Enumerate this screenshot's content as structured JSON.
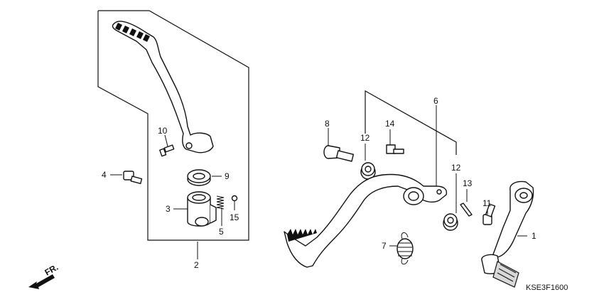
{
  "diagram": {
    "code": "KSE3F1600",
    "direction_label": "FR.",
    "callouts": {
      "p1": "1",
      "p2": "2",
      "p3": "3",
      "p4": "4",
      "p5": "5",
      "p6": "6",
      "p7": "7",
      "p8": "8",
      "p9": "9",
      "p10": "10",
      "p11": "11",
      "p12a": "12",
      "p12b": "12",
      "p13": "13",
      "p14": "14",
      "p15": "15"
    }
  }
}
